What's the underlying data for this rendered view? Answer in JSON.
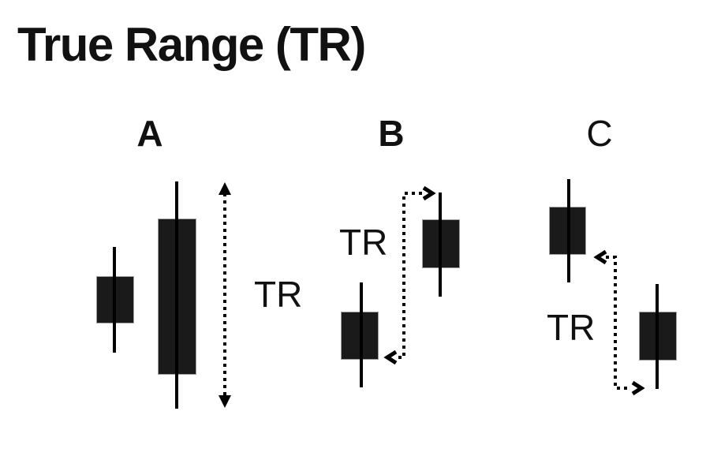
{
  "title": "True Range (TR)",
  "colors": {
    "background": "#ffffff",
    "ink": "#111111",
    "line": "#000000",
    "candle_body": "#1a1a1a",
    "candle_border": "#9e9e9e"
  },
  "scenarios": [
    {
      "label": "A",
      "tr_label": "TR",
      "arrow_icon": "vertical-double-headed-dotted-arrow"
    },
    {
      "label": "B",
      "tr_label": "TR",
      "arrow_icon": "dotted-elbow-arrow-up-right-down-left"
    },
    {
      "label": "C",
      "tr_label": "TR",
      "arrow_icon": "dotted-elbow-arrow-left-down-right"
    }
  ]
}
